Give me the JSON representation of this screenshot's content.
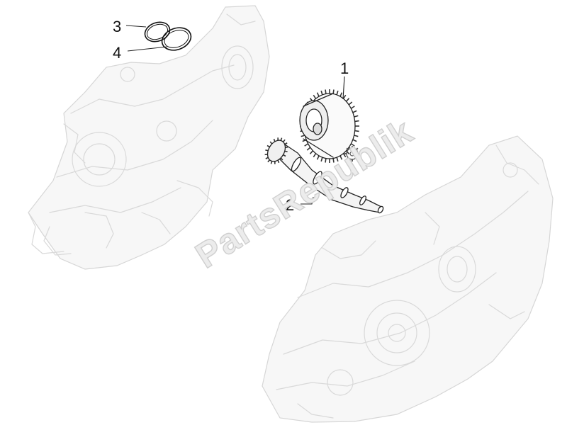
{
  "diagram": {
    "callouts": [
      {
        "id": "1",
        "label": "1"
      },
      {
        "id": "2",
        "label": "2"
      },
      {
        "id": "3",
        "label": "3"
      },
      {
        "id": "4",
        "label": "4"
      }
    ],
    "watermark": "PartsRepublik"
  }
}
